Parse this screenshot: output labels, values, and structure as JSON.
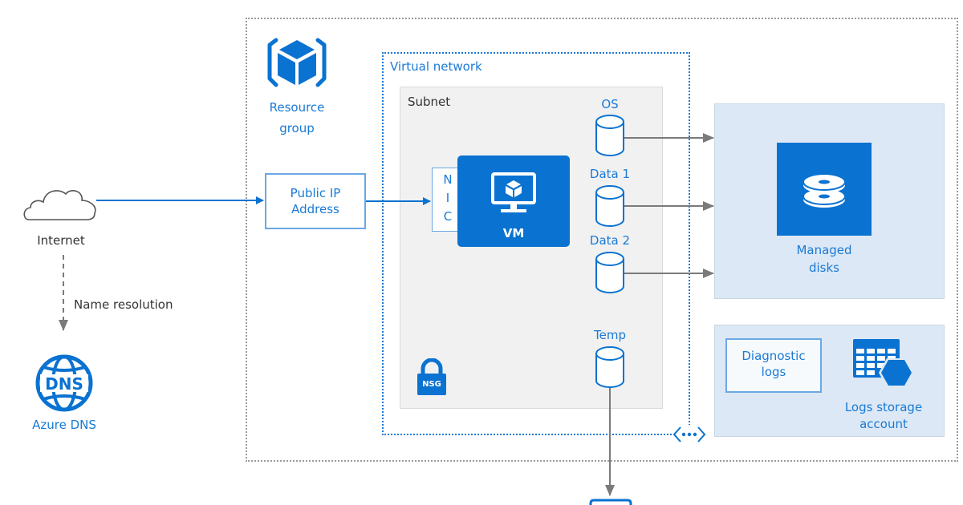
{
  "internet": {
    "label": "Internet",
    "icon": "cloud-icon"
  },
  "name_resolution": {
    "label": "Name resolution"
  },
  "dns": {
    "label": "Azure DNS",
    "icon_text": "DNS",
    "icon": "globe-dns-icon"
  },
  "resource_group": {
    "line1": "Resource",
    "line2": "group",
    "icon": "resource-group-cube-icon"
  },
  "public_ip": {
    "line1": "Public IP",
    "line2": "Address"
  },
  "vnet": {
    "label": "Virtual network",
    "peering_icon": "vnet-peering-icon"
  },
  "subnet": {
    "label": "Subnet"
  },
  "nic": {
    "letters": [
      "N",
      "I",
      "C"
    ]
  },
  "vm": {
    "label": "VM",
    "icon": "monitor-cube-icon"
  },
  "nsg": {
    "label": "NSG",
    "icon": "lock-icon"
  },
  "disks": [
    {
      "label": "OS",
      "connects_to": "Managed disks"
    },
    {
      "label": "Data 1",
      "connects_to": "Managed disks"
    },
    {
      "label": "Data 2",
      "connects_to": "Managed disks"
    },
    {
      "label": "Temp",
      "connects_to": "below"
    }
  ],
  "managed_disks": {
    "line1": "Managed",
    "line2": "disks",
    "icon": "stacked-disks-icon"
  },
  "diagnostic_logs": {
    "line1": "Diagnostic",
    "line2": "logs"
  },
  "logs_storage": {
    "line1": "Logs storage",
    "line2": "account",
    "icon": "storage-table-icon"
  },
  "colors": {
    "azure_blue": "#0a72d1",
    "text_blue": "#1a7ad4",
    "arrow_gray": "#7a7a7a",
    "subnet_bg": "#f1f1f1",
    "panel_bg": "#dce8f5"
  }
}
